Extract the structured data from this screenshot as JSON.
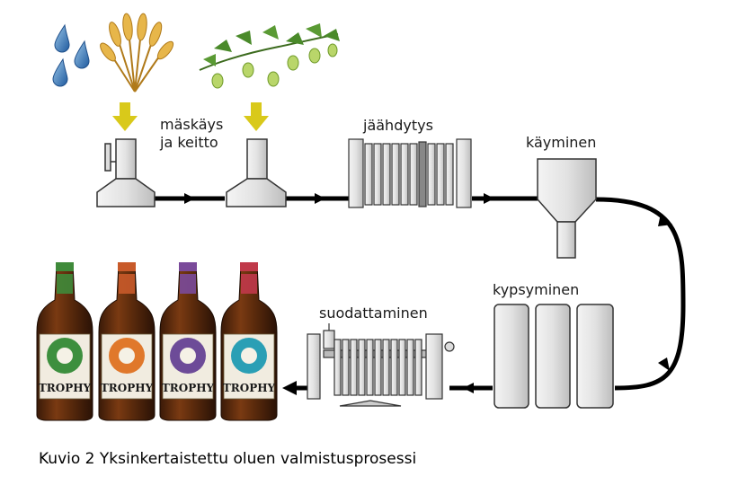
{
  "steps": {
    "mashing": [
      "mäskäys",
      "ja keitto"
    ],
    "cooling": "jäähdytys",
    "fermentation": "käyminen",
    "maturation": "kypsyminen",
    "filtration": "suodattaminen"
  },
  "bottles": {
    "brand": "TROPHY",
    "items": [
      {
        "cap_color": "#3f8a3a",
        "label_color": "#3d8f3e"
      },
      {
        "cap_color": "#c85a2a",
        "label_color": "#e0782b"
      },
      {
        "cap_color": "#7a4a9a",
        "label_color": "#6d4b98"
      },
      {
        "cap_color": "#c0394a",
        "label_color": "#2a9fb5"
      }
    ]
  },
  "caption": "Kuvio 2 Yksinkertaistettu oluen valmistusprosessi",
  "icons": [
    "water-drops-icon",
    "wheat-icon",
    "hops-icon"
  ]
}
